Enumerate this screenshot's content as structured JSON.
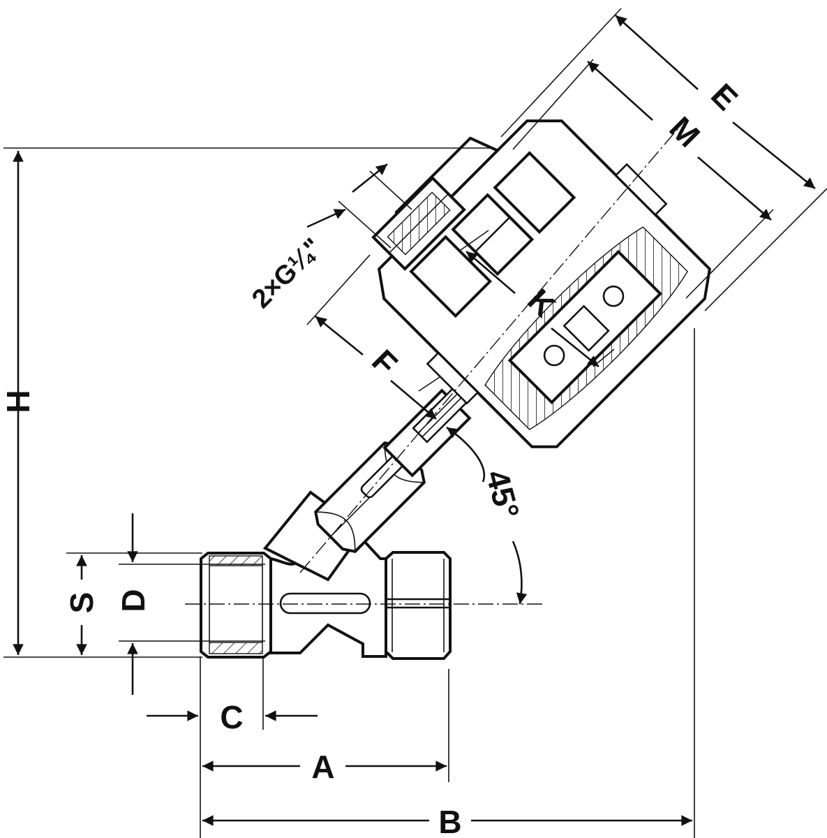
{
  "drawing": {
    "dimension_labels": {
      "H": "H",
      "S": "S",
      "D": "D",
      "C": "C",
      "A": "A",
      "B": "B",
      "E": "E",
      "M": "M",
      "K": "K",
      "F": "F",
      "port": "2×G¼\"",
      "angle": "45°"
    },
    "colors": {
      "line": "#111111",
      "background": "#ffffff"
    }
  }
}
